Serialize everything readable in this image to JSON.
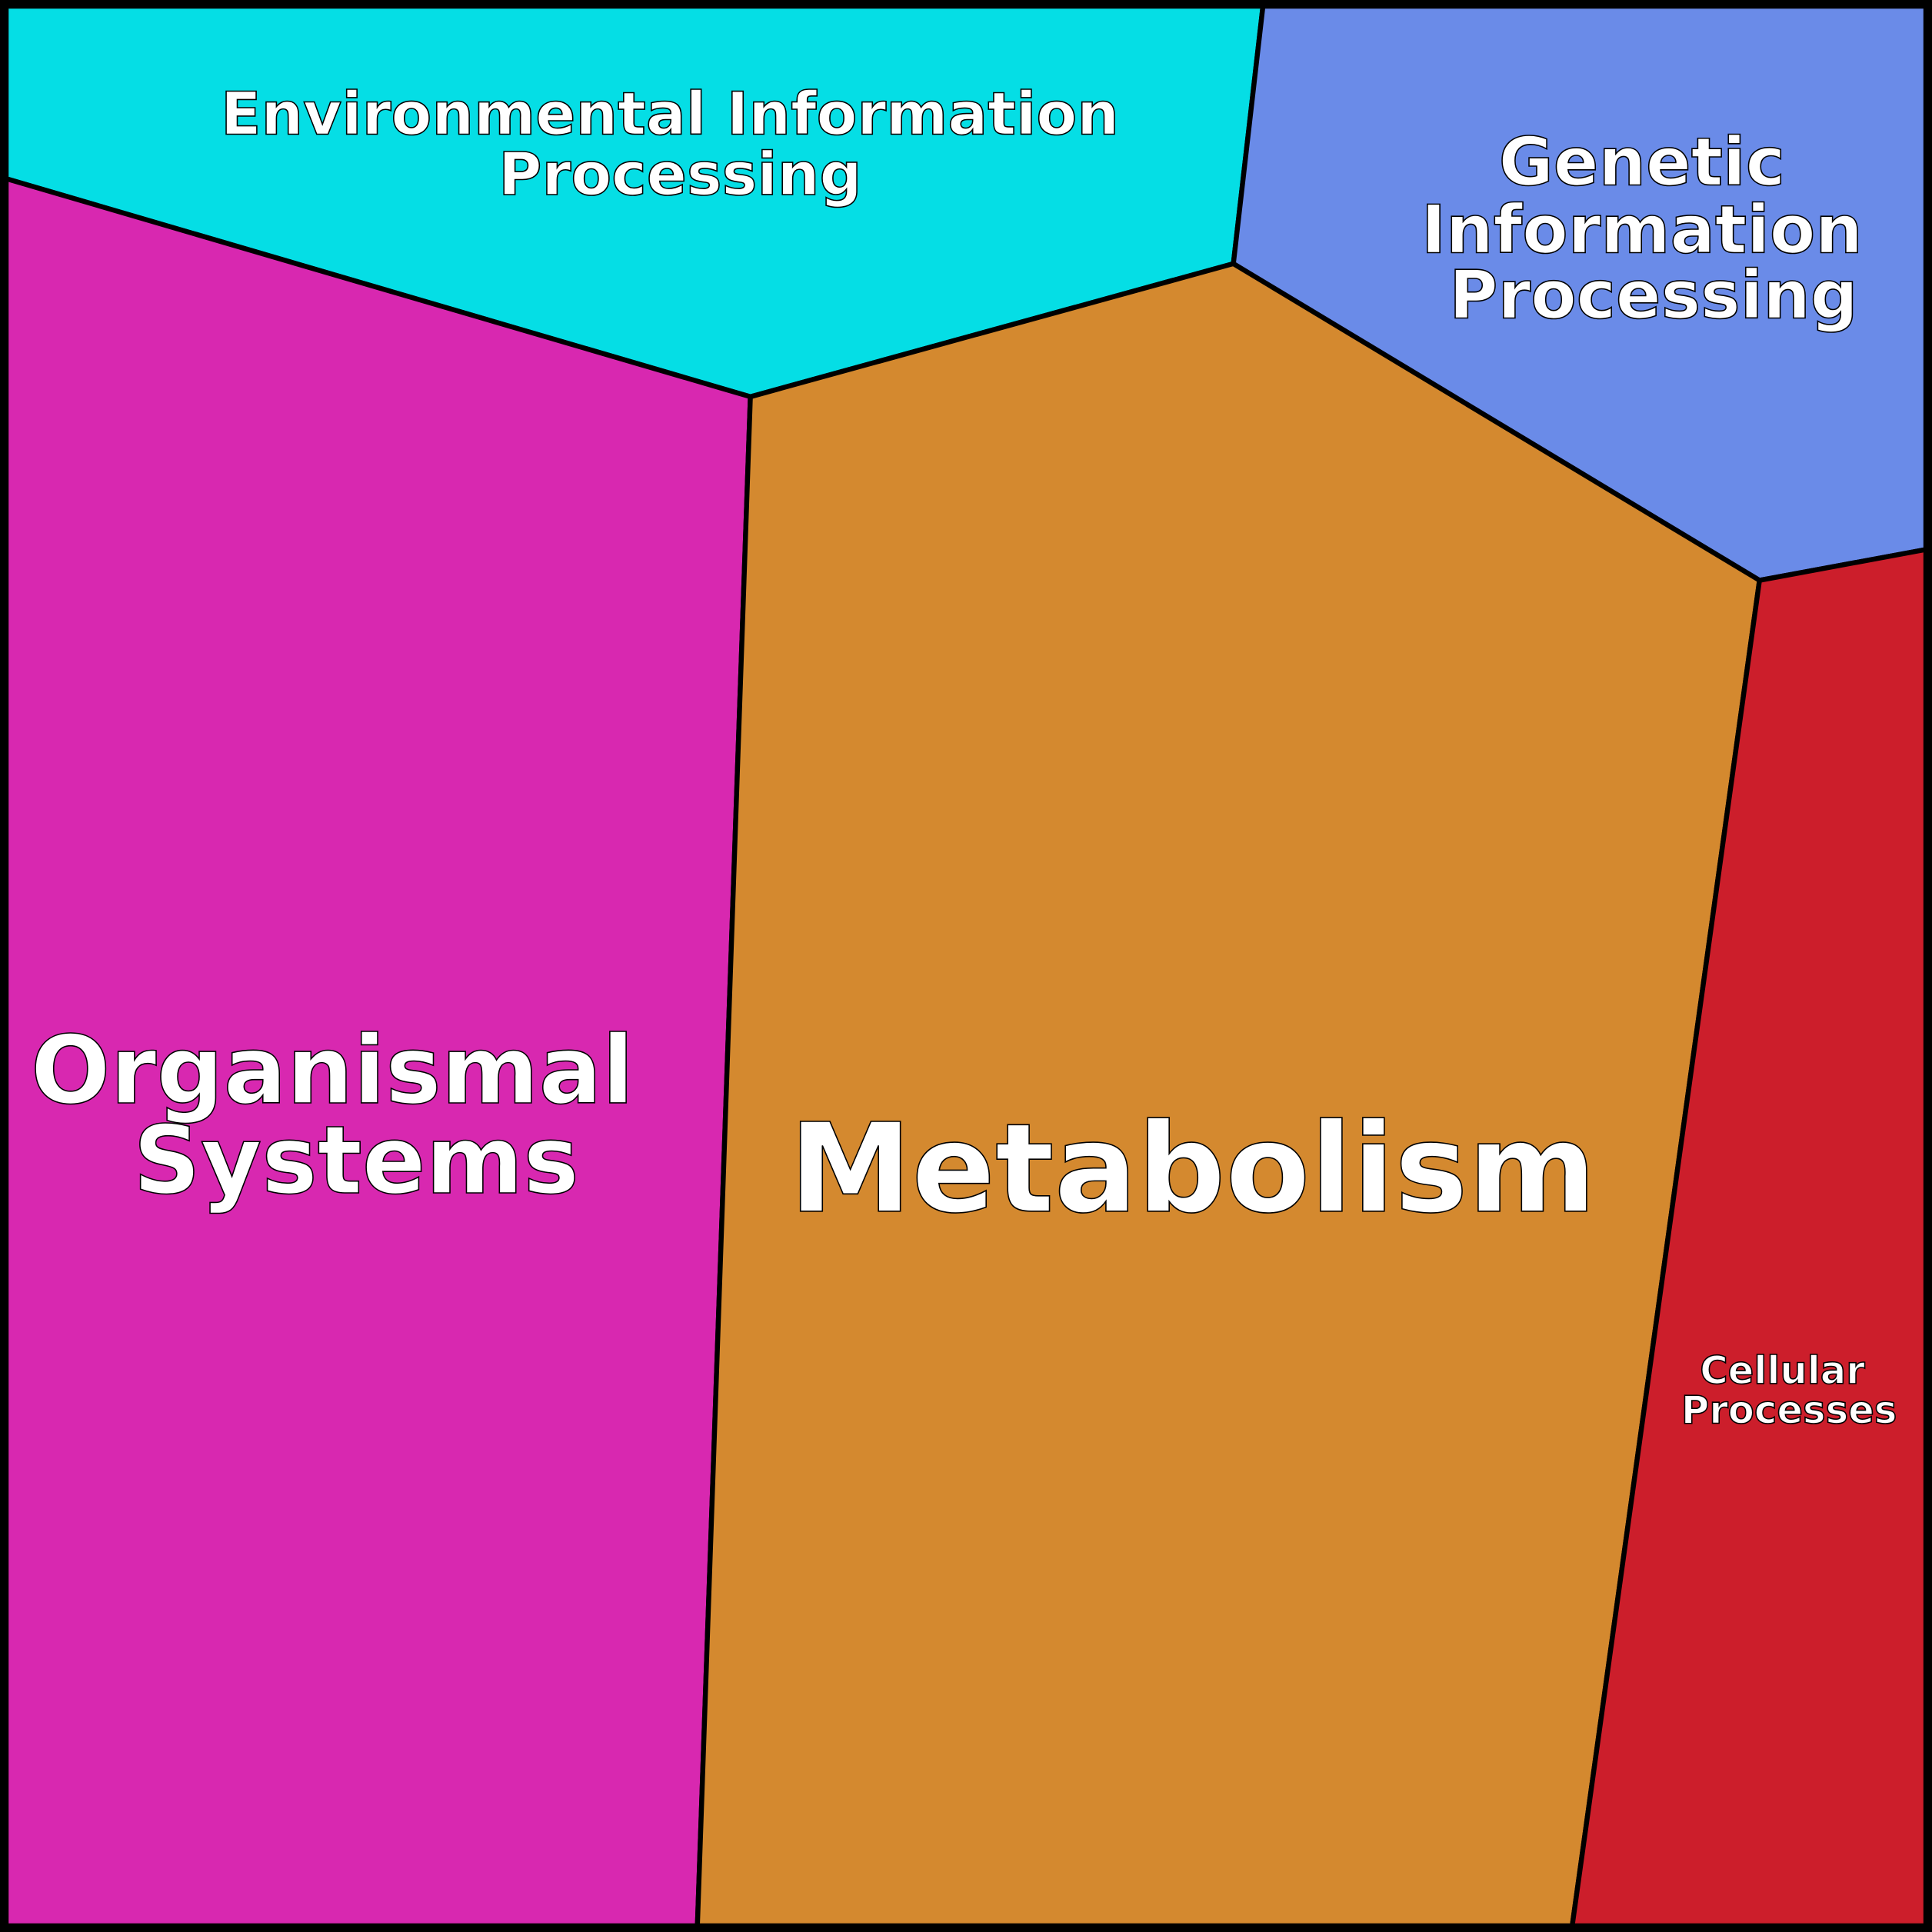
{
  "chart_data": {
    "type": "voronoi-treemap",
    "title": "",
    "categories": [
      "Environmental Information Processing",
      "Genetic Information Processing",
      "Organismal Systems",
      "Metabolism",
      "Cellular Processes"
    ],
    "cells": [
      {
        "name": "environmental",
        "lines": [
          "Environmental Information",
          "Processing"
        ],
        "color": "#05DEE5"
      },
      {
        "name": "genetic",
        "lines": [
          "Genetic",
          "Information",
          "Processing"
        ],
        "color": "#6A8BE8"
      },
      {
        "name": "organismal",
        "lines": [
          "Organismal",
          "Systems"
        ],
        "color": "#D828B0"
      },
      {
        "name": "metabolism",
        "lines": [
          "Metabolism"
        ],
        "color": "#D4892F"
      },
      {
        "name": "cellular",
        "lines": [
          "Cellular",
          "Processes"
        ],
        "color": "#CC1E2B"
      }
    ]
  }
}
